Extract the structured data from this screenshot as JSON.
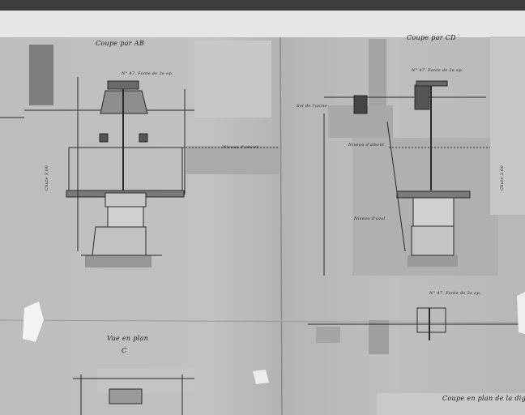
{
  "drawing": {
    "section_ab_title": "Coupe par AB",
    "section_cd_title": "Coupe par CD",
    "plan_view_title": "Vue en plan",
    "plan_section_title": "Coupe en plan de la digue",
    "upstream_level_left": "Niveau d'amont",
    "upstream_level_right": "Niveau d'amont",
    "downstream_level": "Niveau d'aval",
    "factory_floor": "Sol de l'usine",
    "fall_left": "Chute 3,00",
    "fall_right": "Chute 3,00",
    "note_ab": "N° 47. Fonte de 2e ep.",
    "note_cd": "N° 47. Fonte de 2e ep.",
    "note_plan": "N° 47. Fonte de 2e ep.",
    "letter_c": "C"
  }
}
